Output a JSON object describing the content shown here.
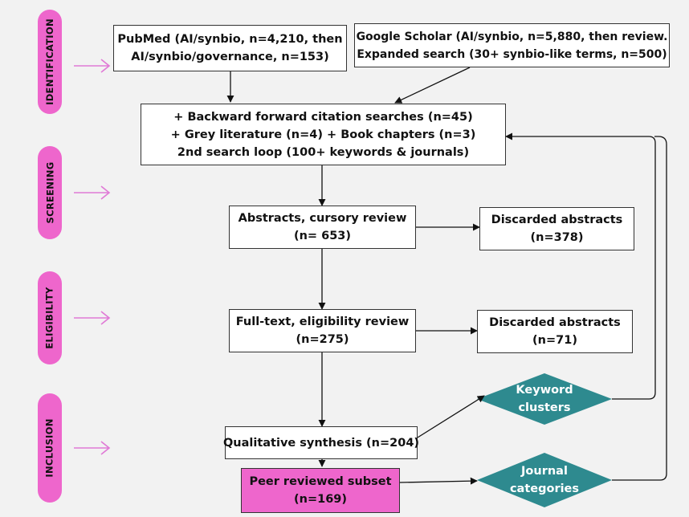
{
  "colors": {
    "background": "#f2f2f2",
    "stage_pill": "#ee66cc",
    "stage_arrow": "#e07ad6",
    "highlight_box": "#ee66cc",
    "diamond": "#2e8a8f",
    "line": "#111111"
  },
  "stages": [
    {
      "label": "IDENTIFICATION"
    },
    {
      "label": "SCREENING"
    },
    {
      "label": "ELIGIBILITY"
    },
    {
      "label": "INCLUSION"
    }
  ],
  "boxes": {
    "pubmed": {
      "lines": [
        "PubMed (AI/synbio, n=4,210, then",
        "AI/synbio/governance, n=153)"
      ]
    },
    "google_scholar": {
      "lines": [
        "Google Scholar (AI/synbio, n=5,880, then review.",
        "Expanded search (30+ synbio-like terms, n=500)"
      ]
    },
    "citation": {
      "lines": [
        "+ Backward forward citation searches (n=45)",
        "+ Grey literature (n=4) + Book chapters (n=3)",
        "2nd search loop (100+ keywords & journals)"
      ]
    },
    "abstracts": {
      "lines": [
        "Abstracts, cursory review",
        "(n= 653)"
      ]
    },
    "discarded_abstracts_1": {
      "lines": [
        "Discarded abstracts",
        "(n=378)"
      ]
    },
    "fulltext": {
      "lines": [
        "Full-text, eligibility review",
        "(n=275)"
      ]
    },
    "discarded_abstracts_2": {
      "lines": [
        "Discarded abstracts",
        "(n=71)"
      ]
    },
    "qualitative": {
      "lines": [
        "Qualitative synthesis (n=204)"
      ]
    },
    "peer_reviewed": {
      "lines": [
        "Peer reviewed subset",
        "(n=169)"
      ]
    }
  },
  "diamonds": {
    "keyword_clusters": {
      "lines": [
        "Keyword",
        "clusters"
      ]
    },
    "journal_categories": {
      "lines": [
        "Journal",
        "categories"
      ]
    }
  }
}
